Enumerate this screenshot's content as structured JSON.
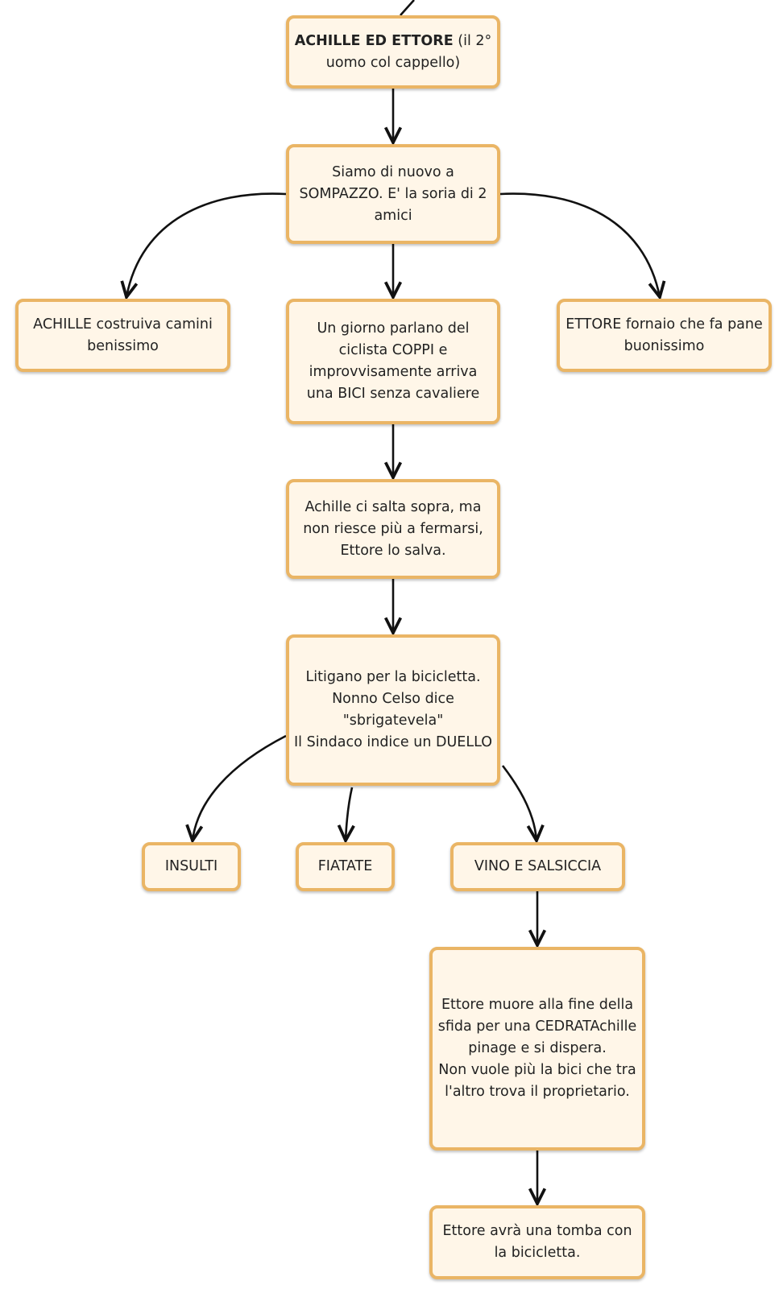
{
  "nodes": {
    "title": {
      "bold": "ACHILLE ED ETTORE",
      "rest": " (il 2° uomo col cappello)"
    },
    "intro": "Siamo di nuovo a SOMPAZZO. E' la soria di 2 amici",
    "achille": "ACHILLE costruiva camini benissimo",
    "ettore": "ETTORE fornaio che fa pane buonissimo",
    "coppi": "Un giorno parlano del ciclista COPPI e improvvisamente arriva una BICI senza cavaliere",
    "salta": "Achille ci salta sopra, ma non riesce più a fermarsi, Ettore lo salva.",
    "litigano": "Litigano per la bicicletta.\nNonno Celso dice \"sbrigatevela\"\nIl Sindaco indice un DUELLO",
    "insulti": "INSULTI",
    "fiatate": "FIATATE",
    "vino": "VINO E SALSICCIA",
    "muore": "Ettore muore alla fine della sfida per una CEDRATAchille pinage e si dispera.\nNon vuole più la bici che tra l'altro trova il proprietario.",
    "tomba": "Ettore avrà una tomba con la bicicletta."
  },
  "edges": [
    {
      "from": "above",
      "to": "title"
    },
    {
      "from": "title",
      "to": "intro"
    },
    {
      "from": "intro",
      "to": "achille"
    },
    {
      "from": "intro",
      "to": "coppi"
    },
    {
      "from": "intro",
      "to": "ettore"
    },
    {
      "from": "coppi",
      "to": "salta"
    },
    {
      "from": "salta",
      "to": "litigano"
    },
    {
      "from": "litigano",
      "to": "insulti"
    },
    {
      "from": "litigano",
      "to": "fiatate"
    },
    {
      "from": "litigano",
      "to": "vino"
    },
    {
      "from": "vino",
      "to": "muore"
    },
    {
      "from": "muore",
      "to": "tomba"
    }
  ],
  "colors": {
    "node_fill": "#fff6e8",
    "node_border": "#eab565",
    "edge": "#111111",
    "text": "#222222"
  }
}
